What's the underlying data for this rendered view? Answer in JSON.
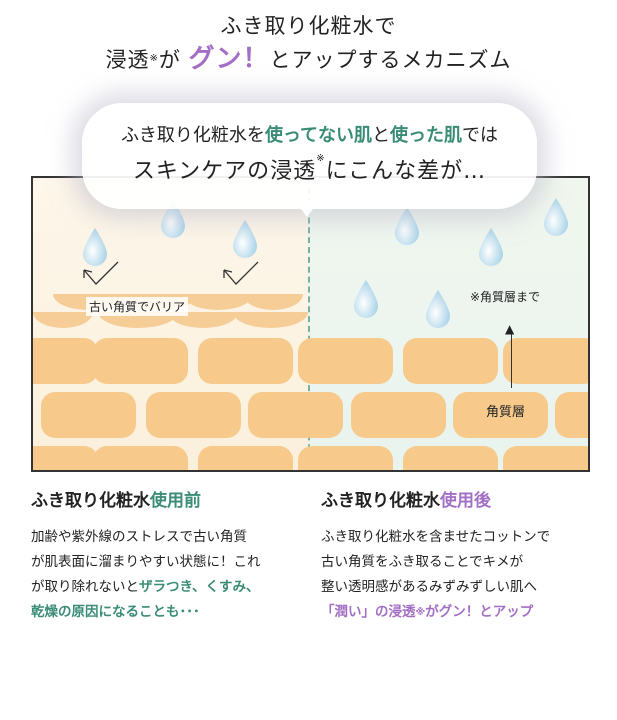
{
  "header": {
    "line1": "ふき取り化粧水で",
    "line2_prefix": "浸透",
    "line2_mark": "※",
    "line2_ga": "が",
    "line2_highlight": "グン！",
    "line2_suffix": "とアップするメカニズム"
  },
  "bubble": {
    "line1_a": "ふき取り化粧水を",
    "line1_b": "使ってない肌",
    "line1_c": "と",
    "line1_d": "使った肌",
    "line1_e": "では",
    "line2_a": "スキンケアの浸透",
    "line2_mark": "※",
    "line2_b": "にこんな差が…"
  },
  "diagram": {
    "old_keratin_label": "古い角質でバリア",
    "note_label": "※角質層まで",
    "stratum_label": "角質層",
    "colors": {
      "brick": "#f7ca8c",
      "drop": "#a9d3e8",
      "divider": "#7ab0a0"
    }
  },
  "left_col": {
    "title_a": "ふき取り化粧水",
    "title_b": "使用前",
    "body_line1": "加齢や紫外線のストレスで古い角質",
    "body_line2": "が肌表面に溜まりやすい状態に！これ",
    "body_line3_a": "が取り除れないと",
    "body_line3_b": "ザラつき、くすみ、",
    "body_line4": "乾燥の原因になることも･･･"
  },
  "right_col": {
    "title_a": "ふき取り化粧水",
    "title_b": "使用後",
    "body_line1": "ふき取り化粧水を含ませたコットンで",
    "body_line2": "古い角質をふき取ることでキメが",
    "body_line3": "整い透明感があるみずみずしい肌へ",
    "body_line4_a": "「潤い」の浸透",
    "body_line4_mark": "※",
    "body_line4_b": "がグン！とアップ"
  }
}
